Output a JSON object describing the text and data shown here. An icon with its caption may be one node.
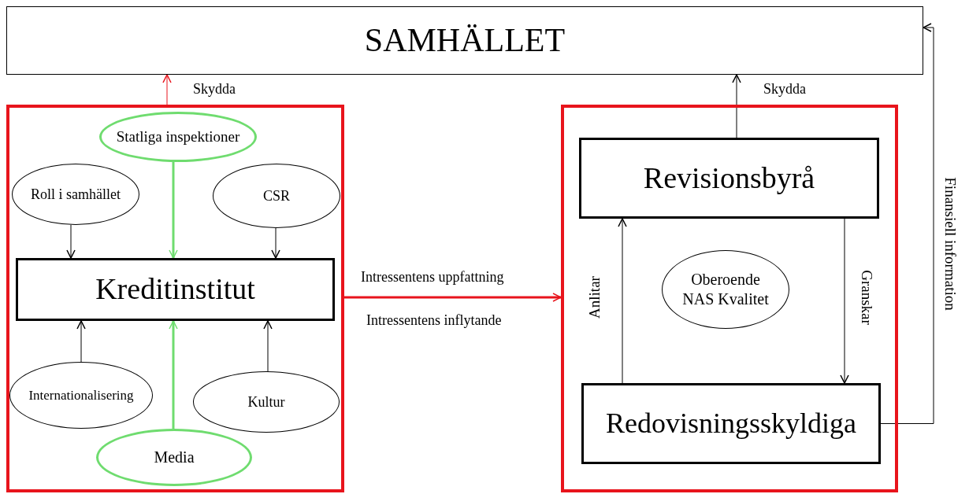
{
  "diagram": {
    "nodes": [
      {
        "text": [
          "SAMHÄLLET"
        ]
      },
      {
        "text": [],
        "shape": "box"
      },
      {
        "text": [
          "Statliga inspektioner"
        ],
        "in": 1
      },
      {
        "text": [
          "Roll i samhället"
        ],
        "in": 1
      },
      {
        "text": [
          "CSR"
        ],
        "in": 1
      },
      {
        "text": [
          "Kreditinstitut"
        ],
        "in": 1
      },
      {
        "text": [
          "Internationalisering"
        ],
        "in": 1
      },
      {
        "text": [
          "Kultur"
        ],
        "in": 1
      },
      {
        "text": [
          "Media"
        ],
        "in": 1
      },
      {
        "text": [],
        "shape": "box"
      },
      {
        "text": [
          "Revisionsbyrå"
        ],
        "in": 9
      },
      {
        "text": [
          "Oberoende NAS Kvalitet"
        ],
        "in": 9
      },
      {
        "text": [
          "Redovisningsskyldiga"
        ],
        "in": 9
      }
    ],
    "edges": [
      {
        "from": 1,
        "to": 0,
        "arrow": "to",
        "label": "Skydda",
        "color": "#e8141c"
      },
      {
        "from": 10,
        "to": 0,
        "arrow": "to",
        "label": "Skydda"
      },
      {
        "from": 2,
        "to": 5,
        "arrow": "to",
        "style": "thick",
        "color": "#6fdc6f"
      },
      {
        "from": 3,
        "to": 5,
        "arrow": "to"
      },
      {
        "from": 4,
        "to": 5,
        "arrow": "to"
      },
      {
        "from": 6,
        "to": 5,
        "arrow": "to"
      },
      {
        "from": 7,
        "to": 5,
        "arrow": "to"
      },
      {
        "from": 8,
        "to": 5,
        "arrow": "to",
        "style": "thick",
        "color": "#6fdc6f"
      },
      {
        "from": 1,
        "to": 9,
        "arrow": "to",
        "label": "Intressentens uppfattning",
        "style": "thick",
        "color": "#e8141c"
      },
      {
        "from": 12,
        "to": 10,
        "arrow": "to",
        "label": "Anlitar"
      },
      {
        "from": 10,
        "to": 12,
        "arrow": "to",
        "label": "Granskar"
      },
      {
        "from": 12,
        "to": 0,
        "arrow": "to",
        "label": "Finansiell information"
      }
    ],
    "labels": [
      "Intressentens inflytande"
    ]
  }
}
